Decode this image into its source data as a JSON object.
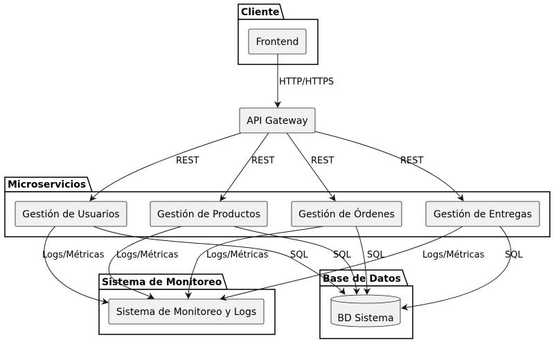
{
  "packages": {
    "cliente": "Cliente",
    "microservicios": "Microservicios",
    "monitoreo": "Sistema de Monitoreo",
    "base_datos": "Base de Datos"
  },
  "components": {
    "frontend": "Frontend",
    "api_gateway": "API Gateway",
    "usuarios": "Gestión de Usuarios",
    "productos": "Gestión de Productos",
    "ordenes": "Gestión de Órdenes",
    "entregas": "Gestión de Entregas",
    "monitoreo_logs": "Sistema de Monitoreo y Logs",
    "bd": "BD Sistema"
  },
  "edges": {
    "frontend_gateway": "HTTP/HTTPS",
    "gw_usuarios": "REST",
    "gw_productos": "REST",
    "gw_ordenes": "REST",
    "gw_entregas": "REST",
    "usuarios_logs": "Logs/Métricas",
    "productos_logs": "Logs/Métricas",
    "ordenes_logs": "Logs/Métricas",
    "entregas_logs": "Logs/Métricas",
    "usuarios_sql": "SQL",
    "productos_sql": "SQL",
    "ordenes_sql": "SQL",
    "entregas_sql": "SQL"
  }
}
